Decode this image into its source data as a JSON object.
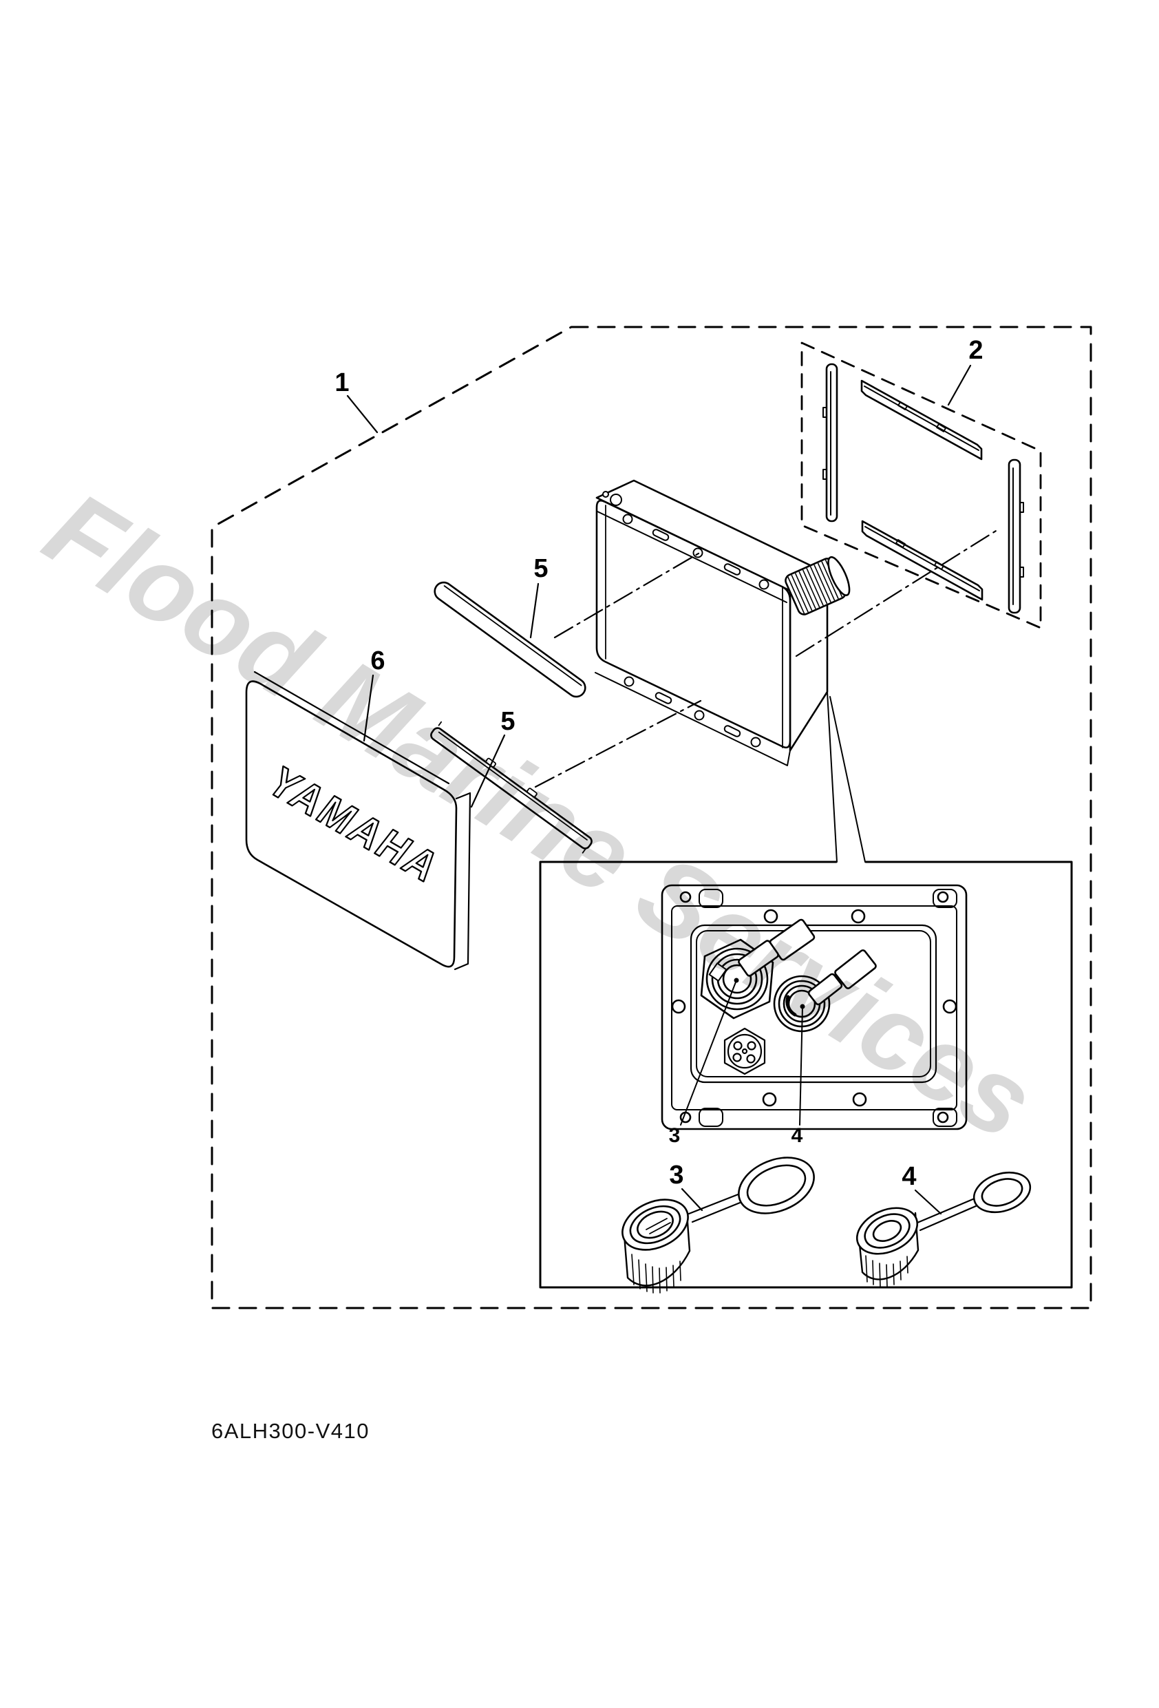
{
  "watermark": {
    "text": "Flood Marine Services",
    "color": "#d9d9d9"
  },
  "drawing": {
    "part_code": "6ALH300-V410",
    "brand_text": "YAMAHA",
    "colors": {
      "line": "#000000",
      "background": "#ffffff"
    },
    "callouts": [
      {
        "id": "callout-1",
        "text": "1"
      },
      {
        "id": "callout-2",
        "text": "2"
      },
      {
        "id": "callout-5-upper",
        "text": "5"
      },
      {
        "id": "callout-6",
        "text": "6"
      },
      {
        "id": "callout-5-lower",
        "text": "5"
      },
      {
        "id": "callout-3-panel",
        "text": "3"
      },
      {
        "id": "callout-4-panel",
        "text": "4"
      },
      {
        "id": "callout-3-cap",
        "text": "3"
      },
      {
        "id": "callout-4-cap",
        "text": "4"
      }
    ]
  }
}
